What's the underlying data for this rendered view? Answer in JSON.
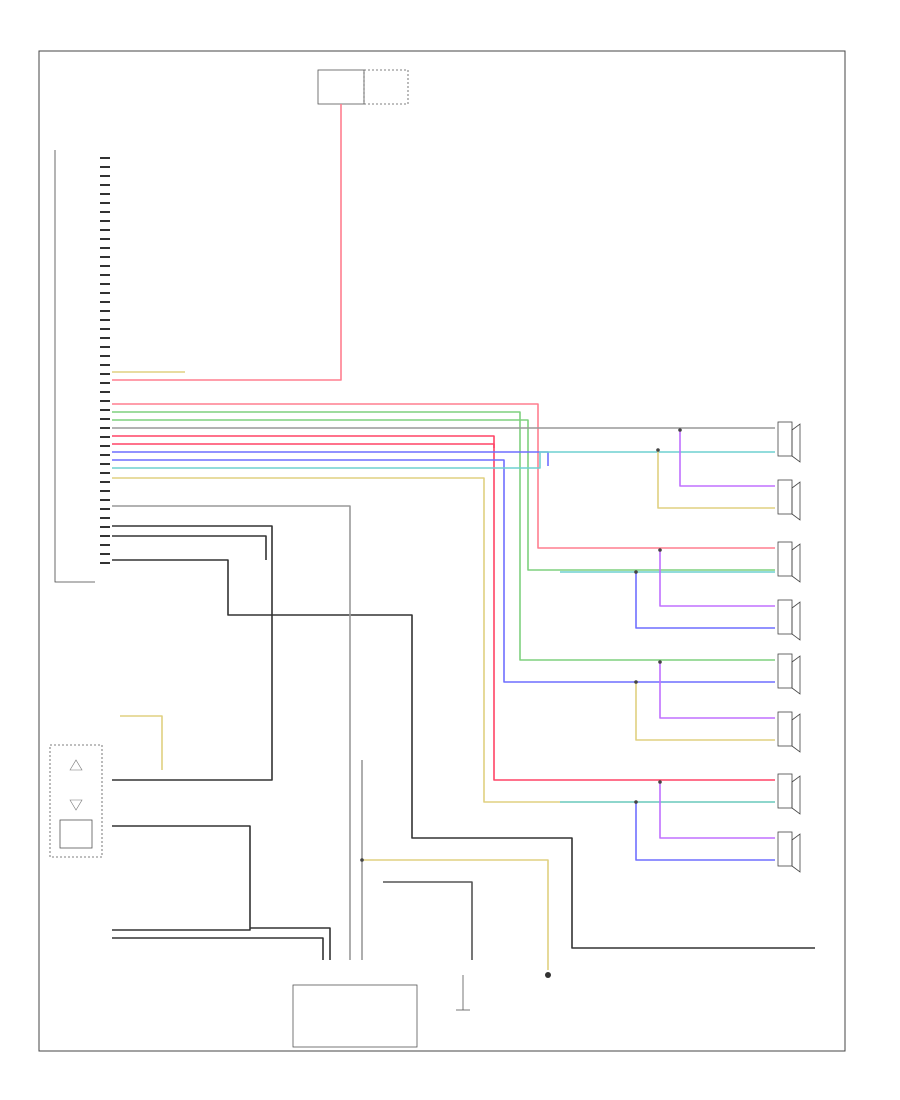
{
  "diagram": {
    "frame_label": "",
    "colors": {
      "red": "#ff7f8f",
      "red_strong": "#ff4466",
      "green": "#7fd07f",
      "yellow": "#e0d080",
      "blue": "#6f6fff",
      "cyan": "#6fd0d0",
      "violet": "#c070ff",
      "dark": "#333333",
      "gray": "#999999",
      "black": "#222222"
    },
    "components": [
      {
        "id": "fuse-block",
        "label": ""
      },
      {
        "id": "radio-unit",
        "label": ""
      },
      {
        "id": "steering-switch",
        "label": ""
      },
      {
        "id": "external-audio-connector",
        "label": ""
      },
      {
        "id": "ground-junction",
        "label": ""
      },
      {
        "id": "antenna",
        "label": ""
      },
      {
        "id": "speaker-1",
        "label": ""
      },
      {
        "id": "speaker-2",
        "label": ""
      },
      {
        "id": "speaker-3",
        "label": ""
      },
      {
        "id": "speaker-4",
        "label": ""
      },
      {
        "id": "speaker-5",
        "label": ""
      },
      {
        "id": "speaker-6",
        "label": ""
      },
      {
        "id": "speaker-7",
        "label": ""
      },
      {
        "id": "speaker-8",
        "label": ""
      }
    ],
    "connector_pin_count": 46
  }
}
